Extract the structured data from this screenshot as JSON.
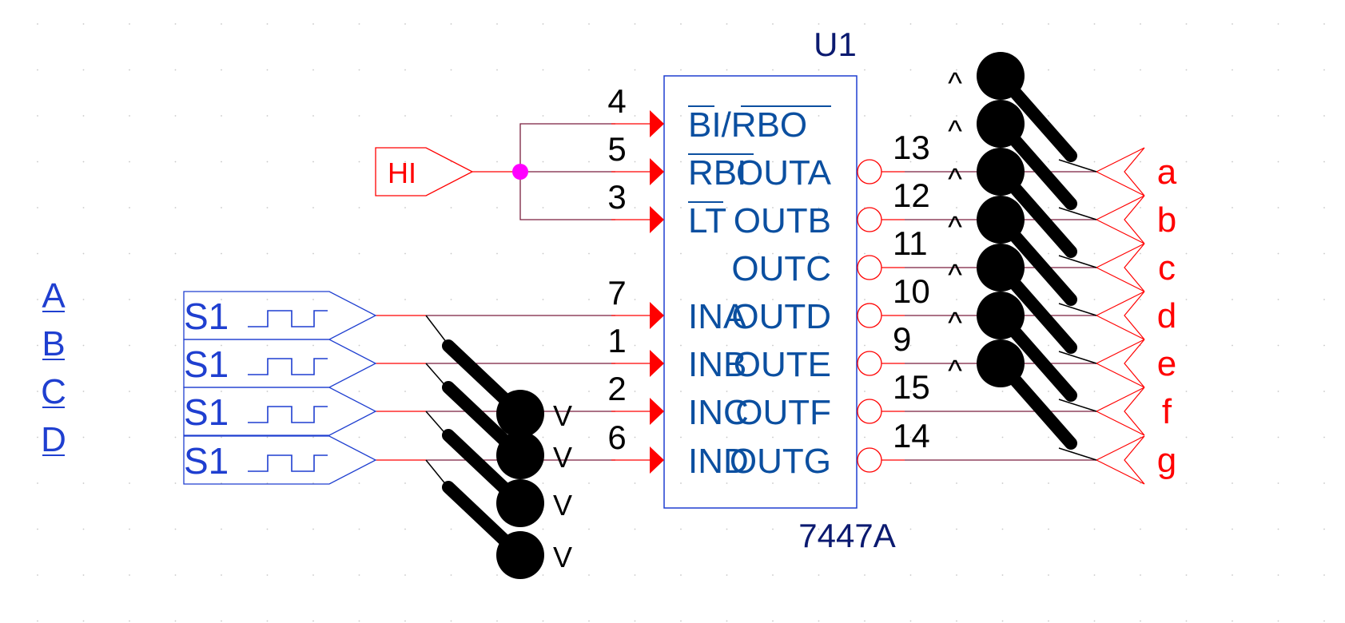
{
  "chip": {
    "ref": "U1",
    "part": "7447A",
    "left_pins": [
      {
        "num": "4",
        "name": "BI/RBO"
      },
      {
        "num": "5",
        "name": "RBI"
      },
      {
        "num": "3",
        "name": "LT"
      },
      {
        "num": "7",
        "name": "INA"
      },
      {
        "num": "1",
        "name": "INB"
      },
      {
        "num": "2",
        "name": "INC"
      },
      {
        "num": "6",
        "name": "IND"
      }
    ],
    "right_pins": [
      {
        "num": "13",
        "name": "OUTA"
      },
      {
        "num": "12",
        "name": "OUTB"
      },
      {
        "num": "11",
        "name": "OUTC"
      },
      {
        "num": "10",
        "name": "OUTD"
      },
      {
        "num": "9",
        "name": "OUTE"
      },
      {
        "num": "15",
        "name": "OUTF"
      },
      {
        "num": "14",
        "name": "OUTG"
      }
    ]
  },
  "hi_source": {
    "label": "HI"
  },
  "stimuli": [
    {
      "label": "S1"
    },
    {
      "label": "S1"
    },
    {
      "label": "S1"
    },
    {
      "label": "S1"
    }
  ],
  "input_labels": [
    "A",
    "B",
    "C",
    "D"
  ],
  "output_labels": [
    "a",
    "b",
    "c",
    "d",
    "e",
    "f",
    "g"
  ],
  "probe_symbols": {
    "input": "V",
    "output": "^"
  },
  "colors": {
    "wire": "#7a1f3d",
    "chip": "#1f3fd0",
    "pin_text": "#0b4fa0",
    "text_dark": "#0b1a70",
    "red": "#ff0000",
    "blue": "#1f3fd0",
    "junction": "#ff00ff",
    "probe": "#000000"
  }
}
